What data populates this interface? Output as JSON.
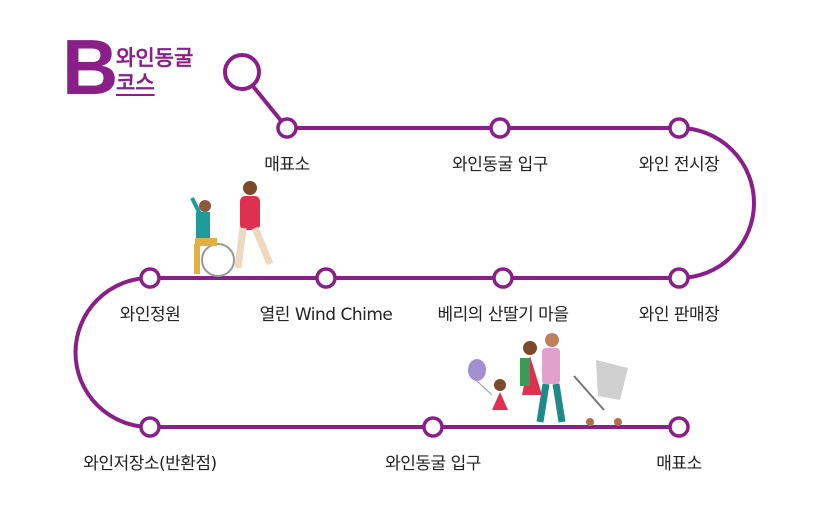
{
  "course": {
    "letter": "B",
    "title_line1": "와인동굴",
    "title_line2": "코스"
  },
  "colors": {
    "route": "#8a1f8a"
  },
  "stops": [
    {
      "label": "매표소"
    },
    {
      "label": "와인동굴 입구"
    },
    {
      "label": "와인 전시장"
    },
    {
      "label": "와인 판매장"
    },
    {
      "label": "베리의 산딸기 마을"
    },
    {
      "label": "열린 Wind Chime"
    },
    {
      "label": "와인정원"
    },
    {
      "label": "와인저장소(반환점)"
    },
    {
      "label": "와인동굴 입구"
    },
    {
      "label": "매표소"
    }
  ]
}
